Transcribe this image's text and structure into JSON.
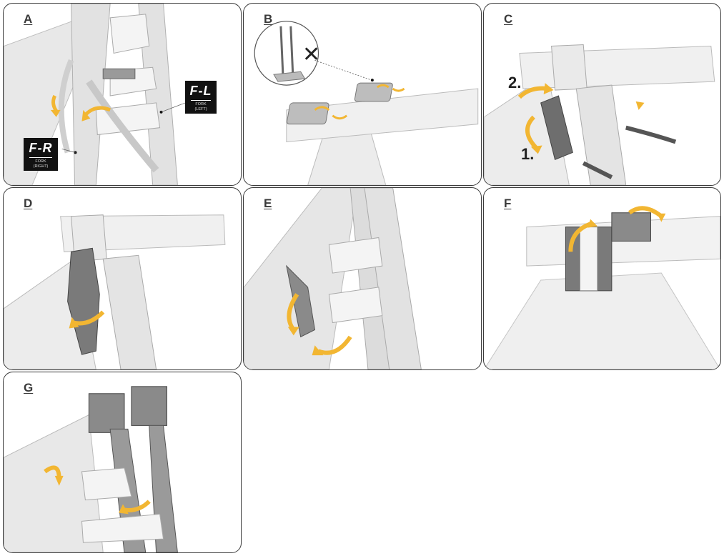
{
  "panels": [
    {
      "id": "A",
      "label": "A"
    },
    {
      "id": "B",
      "label": "B"
    },
    {
      "id": "C",
      "label": "C"
    },
    {
      "id": "D",
      "label": "D"
    },
    {
      "id": "E",
      "label": "E"
    },
    {
      "id": "F",
      "label": "F"
    },
    {
      "id": "G",
      "label": "G"
    }
  ],
  "fork_tags": {
    "left": {
      "code": "F-L",
      "small_1": "FORK",
      "small_2": "(LEFT)"
    },
    "right": {
      "code": "F-R",
      "small_1": "FORK",
      "small_2": "(RIGHT)"
    }
  },
  "steps_c": {
    "first": "1.",
    "second": "2."
  },
  "callout_b": {
    "mark": "✕"
  },
  "colors": {
    "arrow": "#f2b632",
    "frame": "#e6e6e6",
    "frame_stroke": "#b8b8b8",
    "part_dark": "#7d7d7d",
    "panel_border": "#3a3a3a"
  }
}
